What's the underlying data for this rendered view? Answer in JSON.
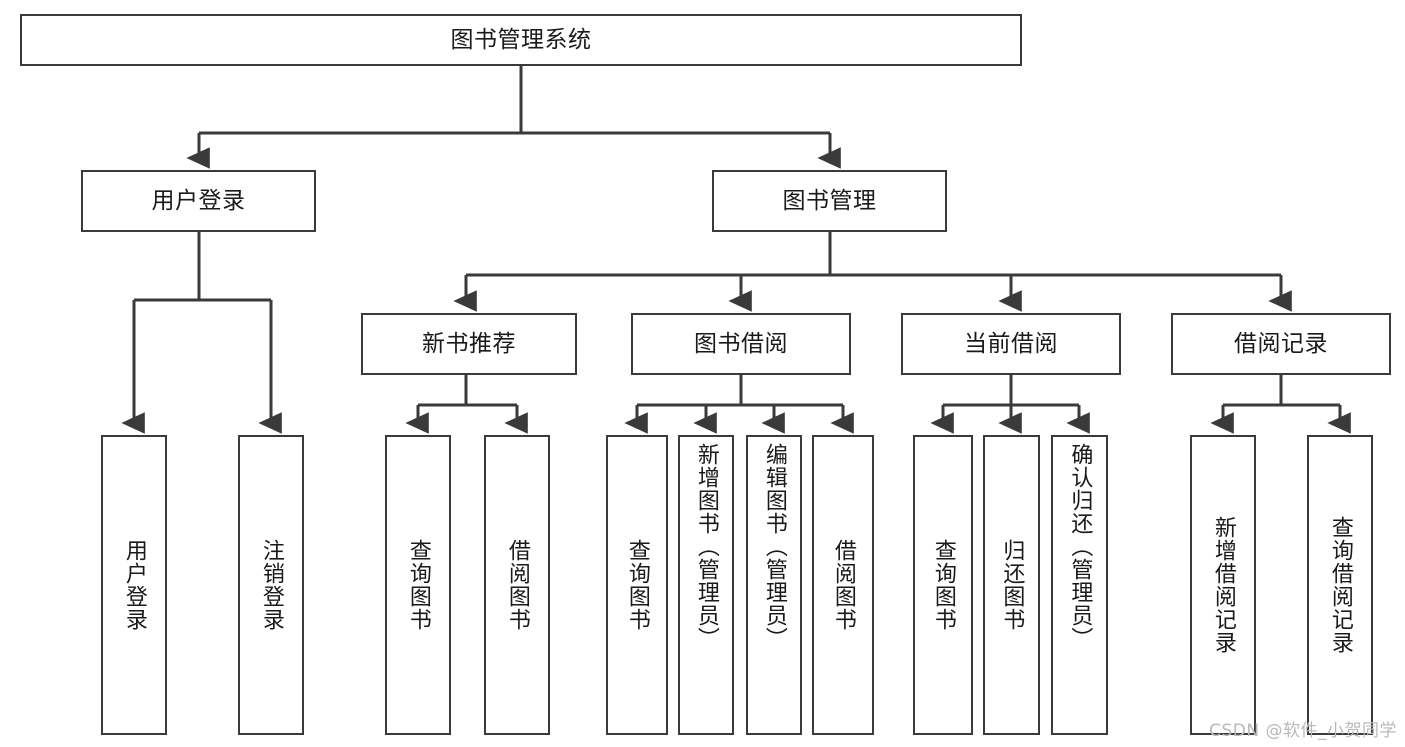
{
  "diagram": {
    "title": "图书管理系统",
    "type": "tree-hierarchy",
    "watermark": "CSDN @软件_小贺同学"
  },
  "nodes": {
    "root": {
      "label": "图书管理系统"
    },
    "level2": [
      {
        "id": "user-login",
        "label": "用户登录"
      },
      {
        "id": "book-manage",
        "label": "图书管理"
      }
    ],
    "level3": [
      {
        "id": "new-book-recommend",
        "label": "新书推荐"
      },
      {
        "id": "book-borrow",
        "label": "图书借阅"
      },
      {
        "id": "current-borrow",
        "label": "当前借阅"
      },
      {
        "id": "borrow-record",
        "label": "借阅记录"
      }
    ],
    "leaves": {
      "user_login": [
        {
          "id": "leaf-user-login",
          "label": "用户登录"
        },
        {
          "id": "leaf-logout-login",
          "label": "注销登录"
        }
      ],
      "new_book_recommend": [
        {
          "id": "leaf-query-book-1",
          "label": "查询图书"
        },
        {
          "id": "leaf-borrow-book-1",
          "label": "借阅图书"
        }
      ],
      "book_borrow": [
        {
          "id": "leaf-query-book-2",
          "label": "查询图书"
        },
        {
          "id": "leaf-add-book",
          "label": "新增图书（管理员）"
        },
        {
          "id": "leaf-edit-book",
          "label": "编辑图书（管理员）"
        },
        {
          "id": "leaf-borrow-book-2",
          "label": "借阅图书"
        }
      ],
      "current_borrow": [
        {
          "id": "leaf-query-book-3",
          "label": "查询图书"
        },
        {
          "id": "leaf-return-book",
          "label": "归还图书"
        },
        {
          "id": "leaf-confirm-return",
          "label": "确认归还（管理员）"
        }
      ],
      "borrow_record": [
        {
          "id": "leaf-add-record",
          "label": "新增借阅记录"
        },
        {
          "id": "leaf-query-record",
          "label": "查询借阅记录"
        }
      ]
    }
  },
  "colors": {
    "stroke": "#3a3a3a",
    "background": "#ffffff",
    "text": "#1a1a1a",
    "watermark": "#b9b9b9"
  }
}
